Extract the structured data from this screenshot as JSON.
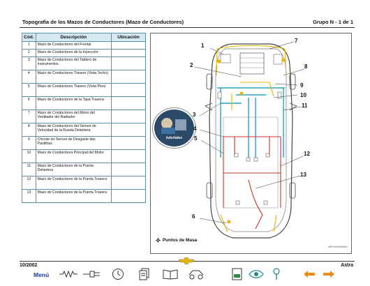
{
  "header": {
    "title": "Topografía de los Mazos de Conductores (Mazo de Conductores)",
    "group": "Grupo N - 1 de 1"
  },
  "table": {
    "columns": [
      "Cód.",
      "Descripción",
      "Ubicación"
    ],
    "rows": [
      {
        "code": "1",
        "desc": "Mazo de Conductores del Frontal",
        "loc": ""
      },
      {
        "code": "2",
        "desc": "Mazo de Conductores de la Inyección",
        "loc": ""
      },
      {
        "code": "3",
        "desc": "Mazo de Conductores del Tablero de Instrumentos",
        "loc": ""
      },
      {
        "code": "4",
        "desc": "Mazo de Conductores Trasero (Vista Techo)",
        "loc": ""
      },
      {
        "code": "5",
        "desc": "Mazo de Conductores Trasero (Vista Piso)",
        "loc": ""
      },
      {
        "code": "6",
        "desc": "Mazo de Conductores de la Tapa Trasera",
        "loc": ""
      },
      {
        "code": "7",
        "desc": "Mazo de Conductores del Motor del Ventilador del Radiador",
        "loc": ""
      },
      {
        "code": "8",
        "desc": "Mazo de Conductores del Sensor de Velocidad de la Rueda Delantera",
        "loc": ""
      },
      {
        "code": "9",
        "desc": "Chicote do Sensor de Desgaste das Pastilhas",
        "loc": ""
      },
      {
        "code": "10",
        "desc": "Mazo de Conductores Principal del Motor",
        "loc": ""
      },
      {
        "code": "11",
        "desc": "Mazo de Conductores de la Puerta Delantera",
        "loc": ""
      },
      {
        "code": "12",
        "desc": "Mazo de Conductores de la Puerta Trasera",
        "loc": ""
      },
      {
        "code": "13",
        "desc": "Mazo de Conductores de la Puerta Trasera",
        "loc": ""
      }
    ]
  },
  "diagram": {
    "callouts": [
      "1",
      "2",
      "3",
      "4",
      "5",
      "6",
      "7",
      "8",
      "9",
      "10",
      "11",
      "12",
      "13"
    ],
    "legend": "Puntos de Masa",
    "badge_label": "tutoriales",
    "code": "MRT00000000001"
  },
  "footer": {
    "date": "10/2002",
    "model": "Astra",
    "menu_label": "Menú"
  },
  "colors": {
    "table_header_bg": "#d6e8f1",
    "table_border": "#5a8fa5",
    "harness_cyan": "#27a3c4",
    "harness_red": "#c8322b",
    "harness_yellow": "#e7b400",
    "nav_arrows": "#f08a1c",
    "menu_text": "#1c3a8c"
  }
}
